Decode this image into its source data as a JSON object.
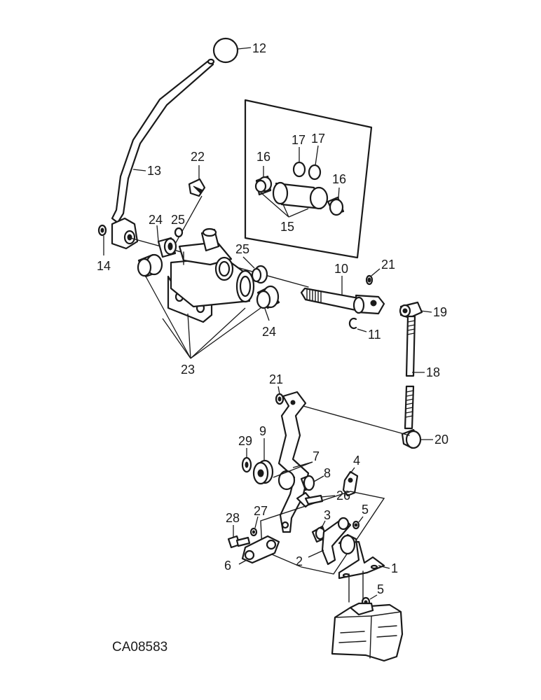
{
  "figure_code": "CA08583",
  "callouts": {
    "c1": "1",
    "c2": "2",
    "c3": "3",
    "c4": "4",
    "c5a": "5",
    "c5b": "5",
    "c6": "6",
    "c7": "7",
    "c8": "8",
    "c9": "9",
    "c10": "10",
    "c11": "11",
    "c12": "12",
    "c13": "13",
    "c14": "14",
    "c15": "15",
    "c16a": "16",
    "c16b": "16",
    "c17a": "17",
    "c17b": "17",
    "c18": "18",
    "c19": "19",
    "c20": "20",
    "c21a": "21",
    "c21b": "21",
    "c22": "22",
    "c23": "23",
    "c24a": "24",
    "c24b": "24",
    "c25a": "25",
    "c25b": "25",
    "c26": "26",
    "c27": "27",
    "c28": "28",
    "c29": "29"
  }
}
